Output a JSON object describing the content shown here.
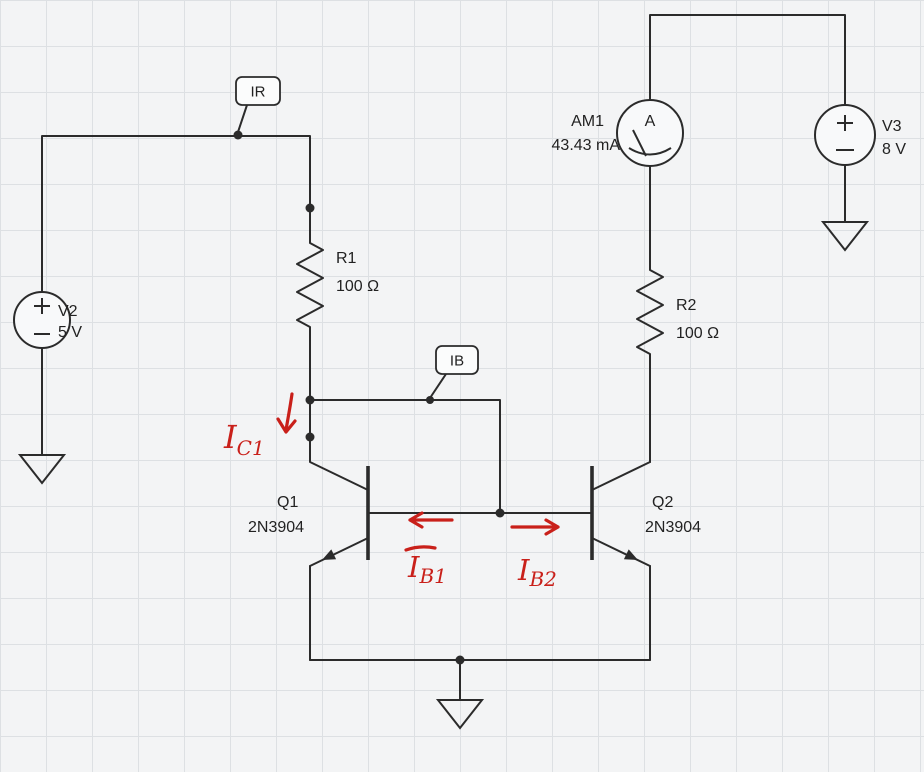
{
  "title": "BJT current mirror schematic",
  "colors": {
    "wire": "#2b2b2b",
    "annotation_red": "#c9201a",
    "background": "#f3f4f5",
    "grid_line": "#dde0e3"
  },
  "probes": {
    "ir": "IR",
    "ib": "IB"
  },
  "components": {
    "v2": {
      "designator": "V2",
      "value": "5 V"
    },
    "v3": {
      "designator": "V3",
      "value": "8 V"
    },
    "r1": {
      "designator": "R1",
      "value": "100 Ω"
    },
    "r2": {
      "designator": "R2",
      "value": "100 Ω"
    },
    "q1": {
      "designator": "Q1",
      "model": "2N3904"
    },
    "q2": {
      "designator": "Q2",
      "model": "2N3904"
    },
    "am1": {
      "designator": "AM1",
      "reading": "43.43 mA",
      "meter_letter": "A"
    }
  },
  "annotations": {
    "ic1": {
      "main": "I",
      "sub": "C1"
    },
    "ib1": {
      "main": "I",
      "sub": "B1"
    },
    "ib2": {
      "main": "I",
      "sub": "B2"
    }
  }
}
